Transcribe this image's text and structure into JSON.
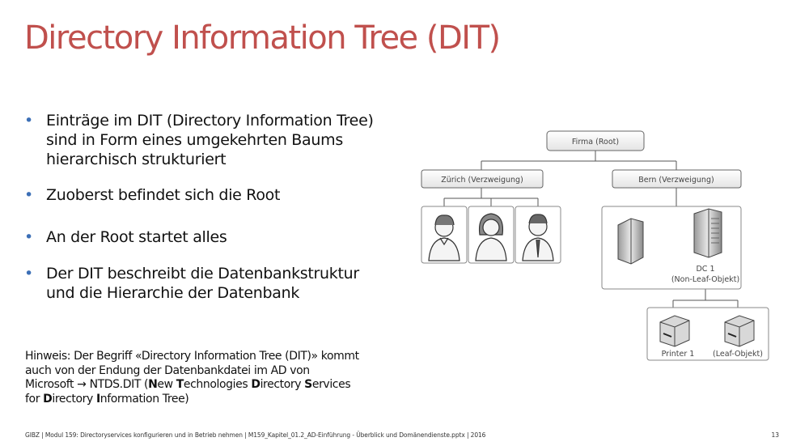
{
  "title": "Directory Information Tree (DIT)",
  "bullets": [
    {
      "line1": "Einträge im DIT (Directory Information Tree)",
      "line2": "sind in Form eines umgekehrten Baums",
      "line3": "hierarchisch strukturiert"
    },
    {
      "line1": "Zuoberst befindet sich die Root"
    },
    {
      "line1": "An der Root startet alles"
    },
    {
      "line1": "Der DIT beschreibt die Datenbankstruktur",
      "line2": "und die Hierarchie der Datenbank"
    }
  ],
  "bullet_symbol": "•",
  "hint": {
    "l1": "Hinweis: Der Begriff «Directory Information Tree (DIT)» kommt",
    "l2": "auch von der Endung der Datenbankdatei im AD von",
    "l3a": "Microsoft ",
    "arrow": "→",
    "l3b": " NTDS.DIT (",
    "n": "N",
    "ew": "ew ",
    "t": "T",
    "echnologies": "echnologies ",
    "d": "D",
    "irectory": "irectory ",
    "s": "S",
    "ervices": "ervices",
    "for": "for ",
    "d2": "D",
    "irectory2": "irectory ",
    "i": "I",
    "nformation": "nformation ",
    "tree": "Tree)"
  },
  "diagram": {
    "root": "Firma (Root)",
    "zurich": "Zürich (Verzweigung)",
    "bern": "Bern (Verzweigung)",
    "dc_line1": "DC 1",
    "dc_line2": "(Non-Leaf-Objekt)",
    "printer1": "Printer 1",
    "leaf": "(Leaf-Objekt)"
  },
  "footer": "GIBZ | Modul 159: Directoryservices konfigurieren und in Betrieb nehmen | M159_Kapitel_01.2_AD-Einführung - Überblick und Domänendienste.pptx | 2016",
  "page_number": "13",
  "colors": {
    "title": "#c0504d",
    "bullet": "#3c6fb6"
  }
}
